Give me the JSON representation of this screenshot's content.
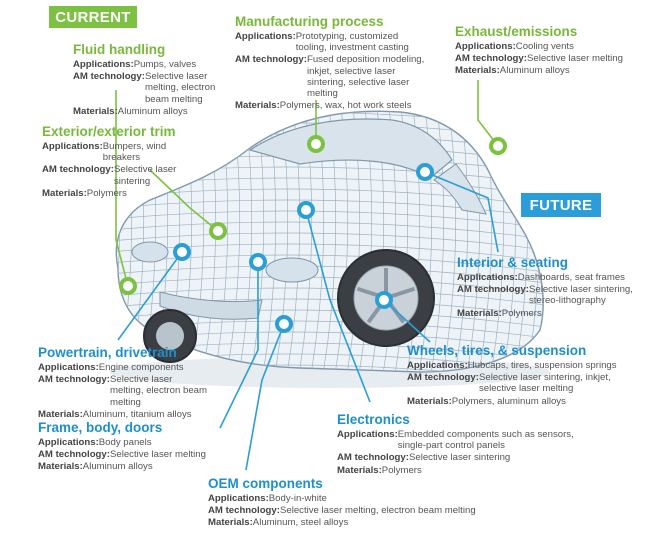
{
  "badges": {
    "current": "CURRENT",
    "future": "FUTURE"
  },
  "colors": {
    "current_green": "#7dc142",
    "future_blue": "#2b9ed8",
    "wireframe": "#8fa6b8"
  },
  "labels": {
    "applications": "Applications:",
    "am_technology": "AM technology:",
    "materials": "Materials:"
  },
  "callouts": {
    "fluid": {
      "title": "Fluid handling",
      "applications": "Pumps, valves",
      "am_technology": "Selective laser melting, electron beam melting",
      "materials": "Aluminum alloys"
    },
    "exterior": {
      "title": "Exterior/exterior trim",
      "applications": "Bumpers, wind breakers",
      "am_technology": "Selective laser sintering",
      "materials": "Polymers"
    },
    "manufacturing": {
      "title": "Manufacturing process",
      "applications": "Prototyping, customized tooling, investment casting",
      "am_technology": "Fused deposition modeling, inkjet, selective laser sintering, selective laser melting",
      "materials": "Polymers, wax, hot work steels"
    },
    "exhaust": {
      "title": "Exhaust/emissions",
      "applications": "Cooling vents",
      "am_technology": "Selective laser melting",
      "materials": "Aluminum alloys"
    },
    "interior": {
      "title": "Interior & seating",
      "applications": "Dashboards, seat frames",
      "am_technology": "Selective laser sintering, stereo-lithography",
      "materials": "Polymers"
    },
    "powertrain": {
      "title": "Powertrain, drivetrain",
      "applications": "Engine components",
      "am_technology": "Selective laser melting, electron beam melting",
      "materials": "Aluminum, titanium alloys"
    },
    "wheels": {
      "title": "Wheels, tires, & suspension",
      "applications": "Hubcaps, tires, suspension springs",
      "am_technology": "Selective laser sintering, inkjet, selective laser melting",
      "materials": "Polymers, aluminum alloys"
    },
    "frame": {
      "title": "Frame, body, doors",
      "applications": "Body panels",
      "am_technology": "Selective laser melting",
      "materials": "Aluminum alloys"
    },
    "electronics": {
      "title": "Electronics",
      "applications": "Embedded components such as sensors, single-part control panels",
      "am_technology": "Selective laser sintering",
      "materials": "Polymers"
    },
    "oem": {
      "title": "OEM components",
      "applications": "Body-in-white",
      "am_technology": "Selective laser melting, electron beam melting",
      "materials": "Aluminum, steel alloys"
    }
  }
}
